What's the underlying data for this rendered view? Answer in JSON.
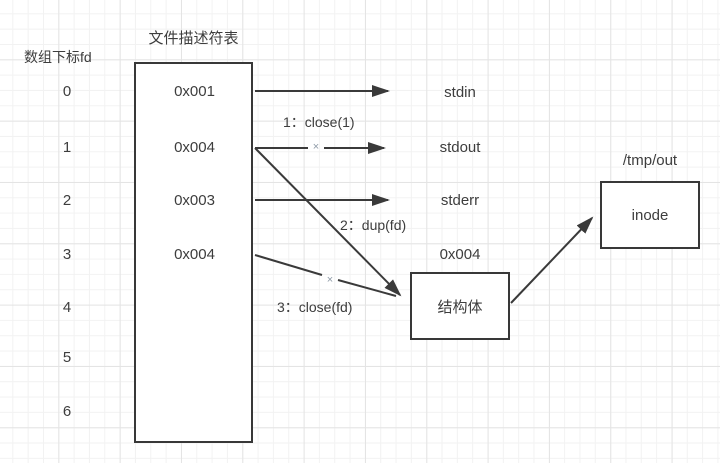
{
  "labels": {
    "array_index": "数组下标fd",
    "table_title": "文件描述符表",
    "struct_pointer": "0x004",
    "file_path": "/tmp/out"
  },
  "fd_rows": [
    "0",
    "1",
    "2",
    "3",
    "4",
    "5",
    "6"
  ],
  "table_values": [
    "0x001",
    "0x004",
    "0x003",
    "0x004"
  ],
  "targets": [
    "stdin",
    "stdout",
    "stderr"
  ],
  "steps": [
    "1：close(1)",
    "2：dup(fd)",
    "3：close(fd)"
  ],
  "boxes": {
    "struct": "结构体",
    "inode": "inode"
  },
  "close_mark": "×",
  "colors": {
    "line": "#3a3a3a",
    "text": "#3d3d3d",
    "grid_minor": "#f2f2f2",
    "grid_major": "#e4e4e4",
    "close_mark": "#8d99a6"
  }
}
